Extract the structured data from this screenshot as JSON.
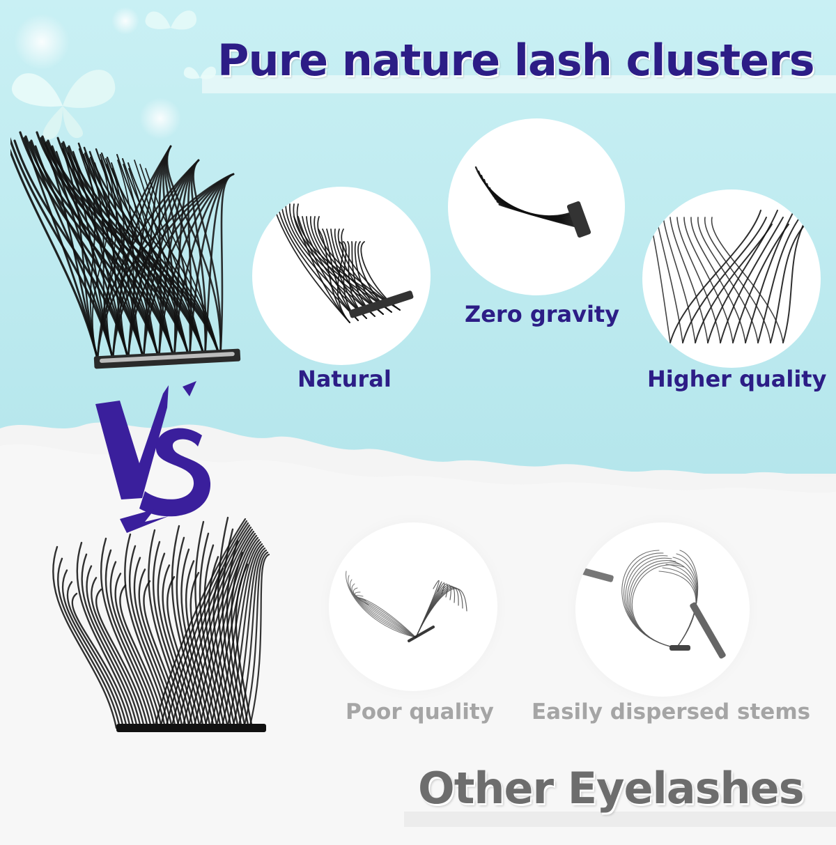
{
  "header": {
    "title": "Pure nature lash clusters"
  },
  "vs_mark": {
    "text": "VS",
    "color": "#3a1f9c"
  },
  "good_features": [
    {
      "label": "Natural"
    },
    {
      "label": "Zero gravity"
    },
    {
      "label": "Higher quality"
    }
  ],
  "bad_features": [
    {
      "label": "Poor quality"
    },
    {
      "label": "Easily dispersed stems"
    }
  ],
  "footer": {
    "title": "Other Eyelashes"
  },
  "colors": {
    "accent": "#2c1d86",
    "sky": "#bfeaf0",
    "muted_text": "#a5a5a5",
    "footer_text": "#6d6d6d"
  },
  "icons": [
    "butterfly-icon",
    "lash-cluster-icon"
  ]
}
